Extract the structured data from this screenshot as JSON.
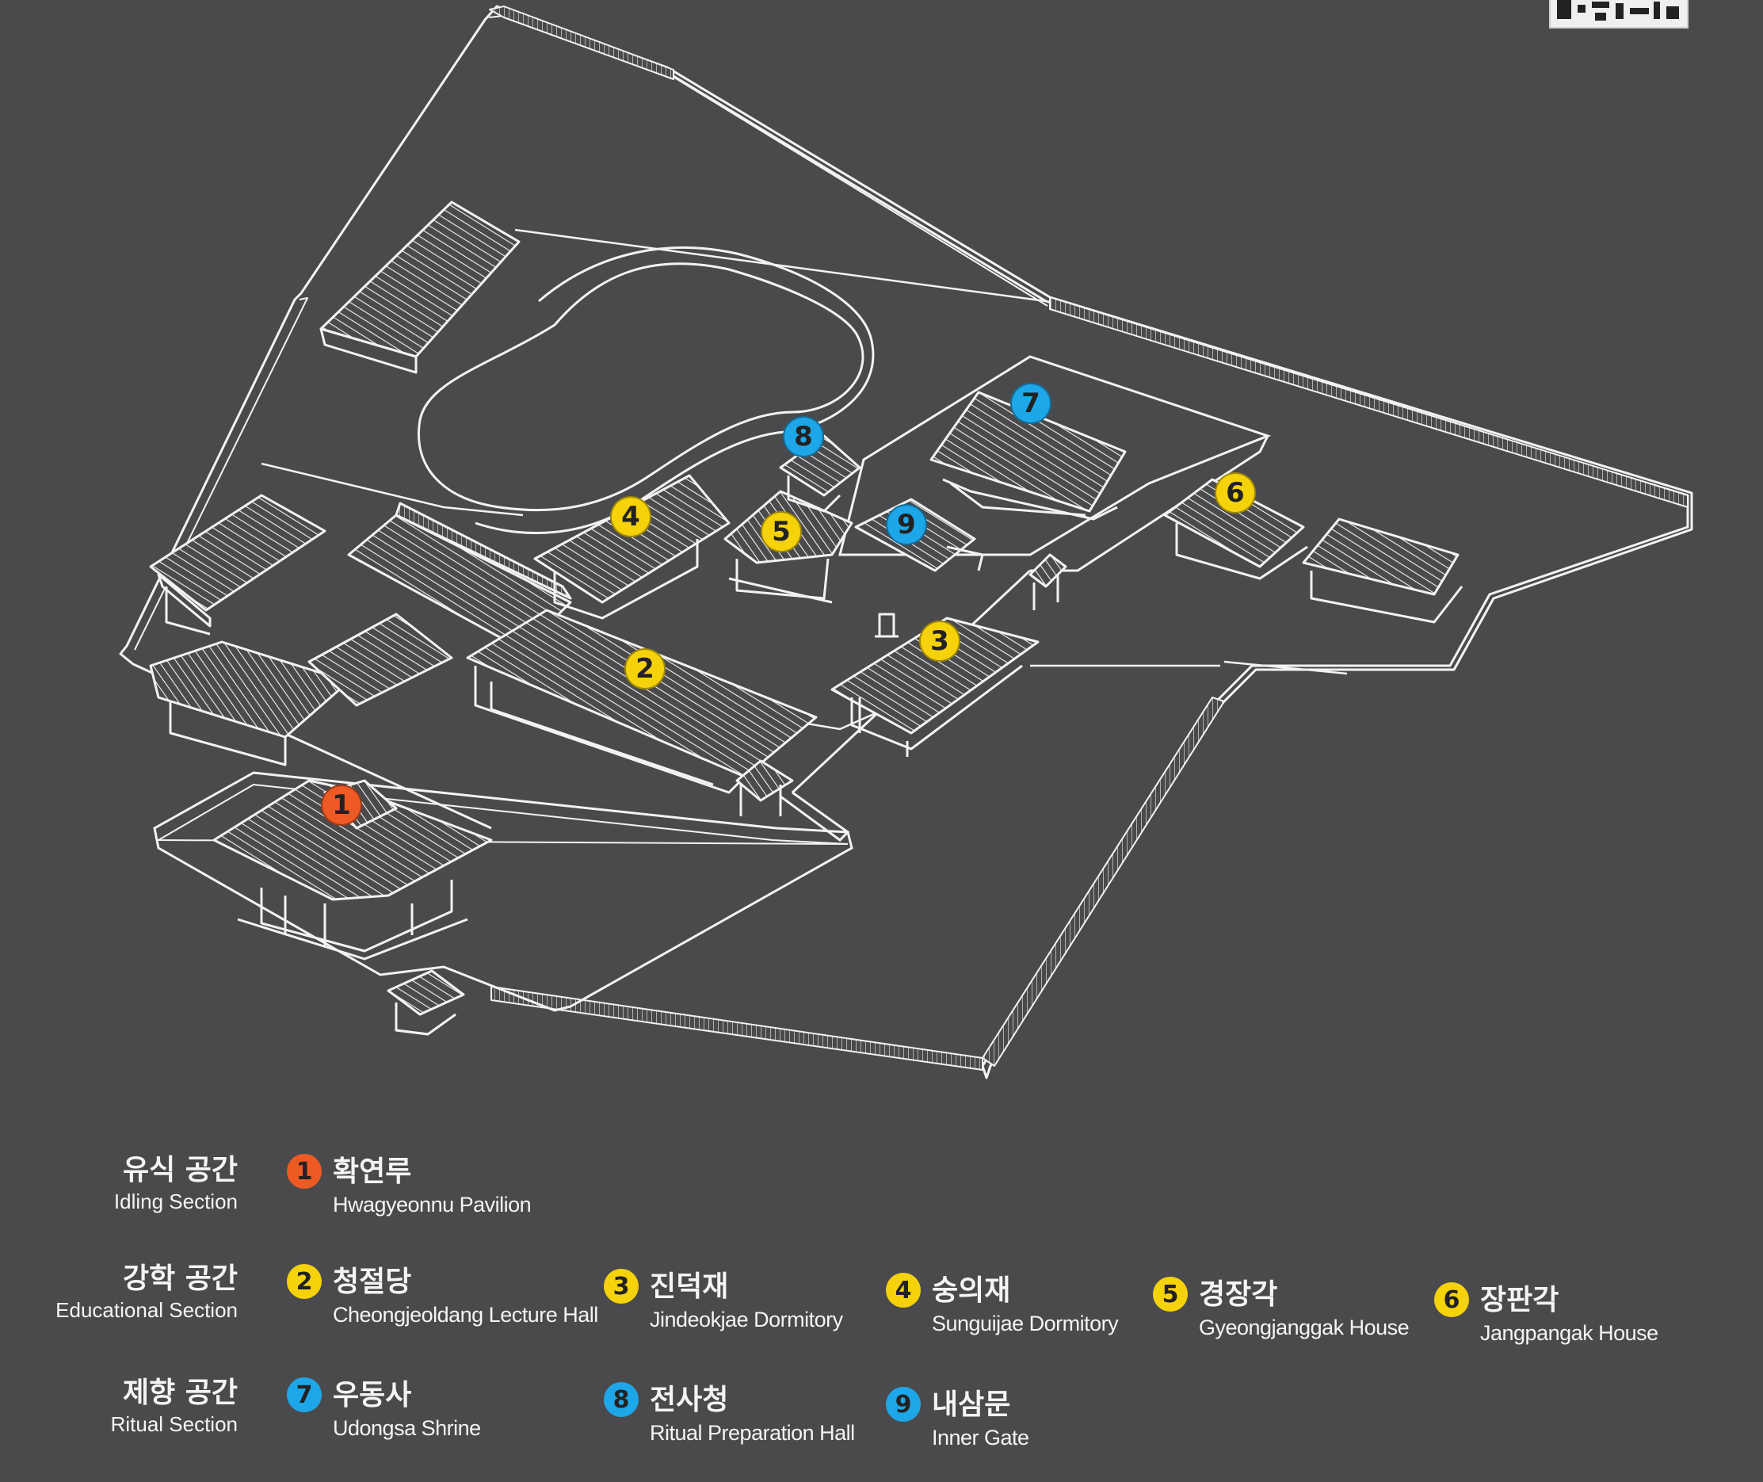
{
  "colors": {
    "background": "#4a4a4c",
    "line": "#f2f2f2",
    "idling": "#ee5a24",
    "educational": "#f5d20a",
    "ritual": "#1ea7e8"
  },
  "qr_icon": "qr-code-icon",
  "markers": [
    {
      "num": "1",
      "group": "idling"
    },
    {
      "num": "2",
      "group": "educational"
    },
    {
      "num": "3",
      "group": "educational"
    },
    {
      "num": "4",
      "group": "educational"
    },
    {
      "num": "5",
      "group": "educational"
    },
    {
      "num": "6",
      "group": "educational"
    },
    {
      "num": "7",
      "group": "ritual"
    },
    {
      "num": "8",
      "group": "ritual"
    },
    {
      "num": "9",
      "group": "ritual"
    }
  ],
  "legend": {
    "sections": [
      {
        "ko": "유식 공간",
        "en": "Idling Section"
      },
      {
        "ko": "강학 공간",
        "en": "Educational Section"
      },
      {
        "ko": "제향 공간",
        "en": "Ritual Section"
      }
    ],
    "items": [
      {
        "num": "1",
        "ko": "확연루",
        "en": "Hwagyeonnu Pavilion"
      },
      {
        "num": "2",
        "ko": "청절당",
        "en": "Cheongjeoldang Lecture Hall"
      },
      {
        "num": "3",
        "ko": "진덕재",
        "en": "Jindeokjae Dormitory"
      },
      {
        "num": "4",
        "ko": "숭의재",
        "en": "Sunguijae Dormitory"
      },
      {
        "num": "5",
        "ko": "경장각",
        "en": "Gyeongjanggak House"
      },
      {
        "num": "6",
        "ko": "장판각",
        "en": "Jangpangak House"
      },
      {
        "num": "7",
        "ko": "우동사",
        "en": "Udongsa Shrine"
      },
      {
        "num": "8",
        "ko": "전사청",
        "en": "Ritual Preparation Hall"
      },
      {
        "num": "9",
        "ko": "내삼문",
        "en": "Inner Gate"
      }
    ]
  }
}
